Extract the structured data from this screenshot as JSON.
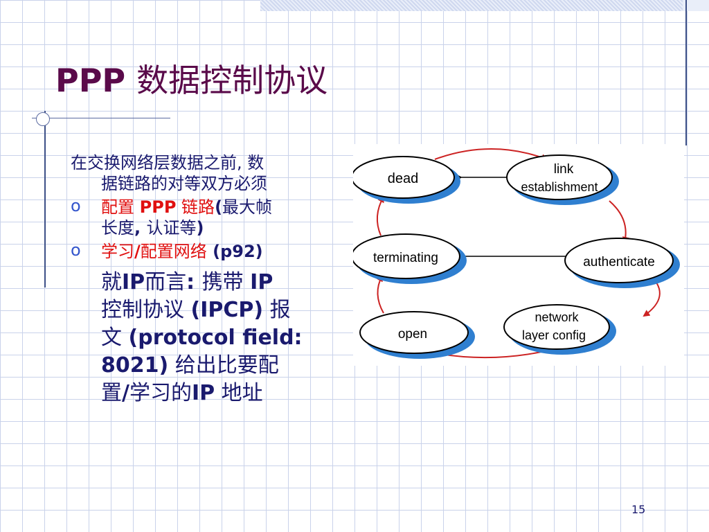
{
  "slide": {
    "title_latin": "PPP",
    "title_cjk": "数据控制协议",
    "intro_line1": "在交换网络层数据之前, 数",
    "intro_line2": "据链路的对等双方必须",
    "bullet_marker": "o",
    "bullet1_part1": "配置 ",
    "bullet1_part2": "PPP",
    "bullet1_part3": " 链路",
    "bullet1_part4": "(",
    "bullet1_part5": "最大帧",
    "bullet1_line2_part1": "长度",
    "bullet1_line2_part2": ", ",
    "bullet1_line2_part3": "认证等",
    "bullet1_line2_part4": ")",
    "bullet2_part1": "学习",
    "bullet2_part2": "/",
    "bullet2_part3": "配置网络",
    "bullet2_part4": " (p92)",
    "sub_t1": "就",
    "sub_t2": "IP",
    "sub_t3": "而言",
    "sub_t4": ": ",
    "sub_t5": "携带 ",
    "sub_t6": "IP",
    "sub_t7": "控制协议 ",
    "sub_t8": "(IPCP)",
    "sub_t9": " 报",
    "sub_t10": "文 ",
    "sub_t11": "(protocol field:",
    "sub_t12": "8021)",
    "sub_t13": " 给出比要配",
    "sub_t14": "置",
    "sub_t15": "/",
    "sub_t16": "学习的",
    "sub_t17": "IP",
    "sub_t18": " 地址",
    "page_number": "15"
  },
  "diagram": {
    "states": {
      "dead": "dead",
      "link1": "link",
      "link2": "establishment",
      "terminating": "terminating",
      "authenticate": "authenticate",
      "open": "open",
      "network1": "network",
      "network2": "layer  config"
    }
  },
  "colors": {
    "title": "#5a0a4a",
    "text": "#1a1a6e",
    "accent_red": "#e01010",
    "arrow_red": "#cc2222",
    "shadow_blue": "#2f7fd0"
  }
}
